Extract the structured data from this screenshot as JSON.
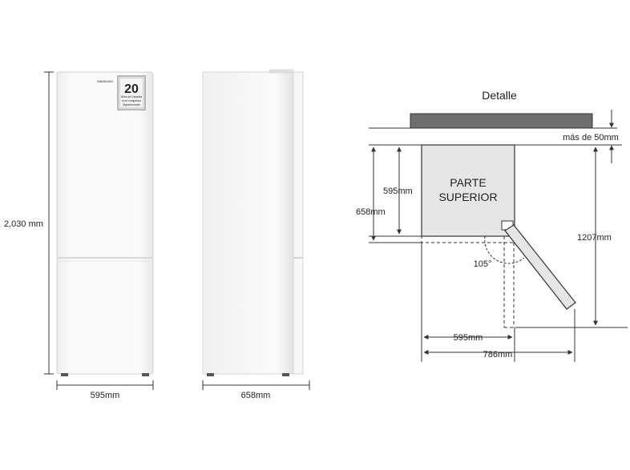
{
  "front_view": {
    "height_label": "2,030 mm",
    "width_label": "595mm",
    "brand": "SAMSUNG",
    "badge": {
      "number": "20",
      "line1": "Años de Garantía",
      "line2": "en el compresor",
      "line3": "Digital Inverter"
    }
  },
  "side_view": {
    "depth_label": "658mm"
  },
  "detail": {
    "title": "Detalle",
    "clearance_label": "más de 50mm",
    "top_label_1": "PARTE",
    "top_label_2": "SUPERIOR",
    "inner_depth_label": "595mm",
    "total_depth_label": "658mm",
    "door_angle_label": "105°",
    "opened_depth_label": "1207mm",
    "width_label": "595mm",
    "opened_width_label": "786mm"
  },
  "colors": {
    "line": "#333333",
    "appliance_body": "#f4f4f4",
    "appliance_edge": "#d6d6d6",
    "wall": "#6e6e6e",
    "top_box": "#e6e6e6"
  }
}
